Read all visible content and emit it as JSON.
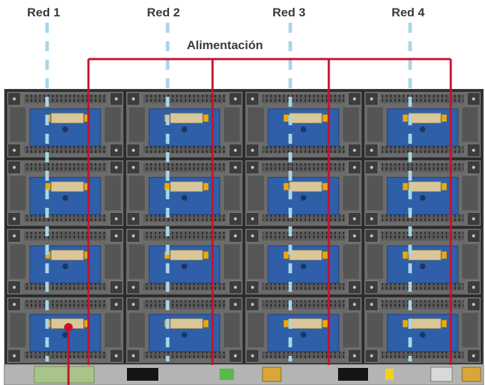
{
  "networks": [
    "Red 1",
    "Red 2",
    "Red 3",
    "Red 4"
  ],
  "power_label": "Alimentación",
  "grid": {
    "columns": 4,
    "rows": 4
  },
  "colors": {
    "network_line": "#a9d5e8",
    "power_line": "#c8102e",
    "cabinet_frame": "#4b4b4b",
    "module_blue": "#2f5fa8",
    "label_text": "#3a3a3a"
  },
  "icons": {
    "power_entry": "power-inlet-dot",
    "bottom_devices": [
      "controller-board-green",
      "black-box",
      "terminal-green",
      "yellow-box",
      "black-box",
      "yellow-label",
      "switch-panel",
      "yellow-box"
    ]
  }
}
